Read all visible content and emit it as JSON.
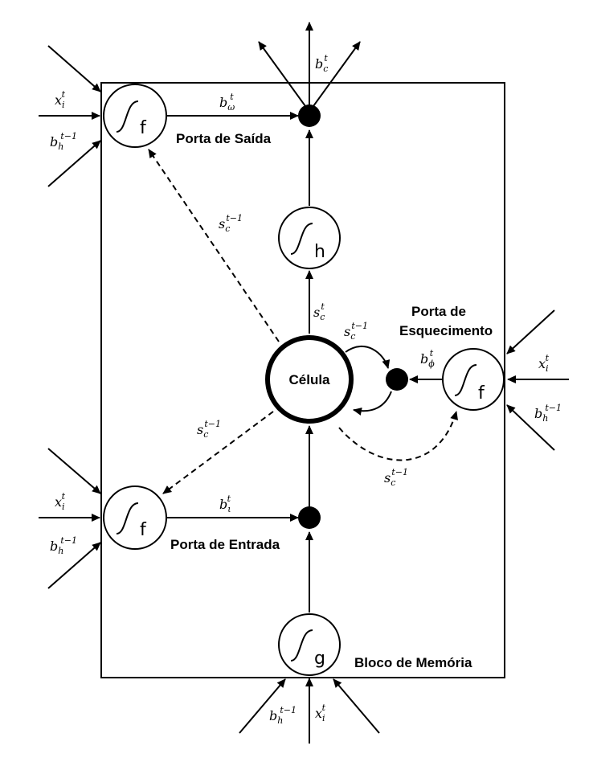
{
  "labels": {
    "output_gate": "Porta de Saída",
    "forget_gate_line1": "Porta de",
    "forget_gate_line2": "Esquecimento",
    "cell": "Célula",
    "input_gate": "Porta de Entrada",
    "memory_block": "Bloco de Memória"
  },
  "node_functions": {
    "output_gate": "f",
    "h_node": "h",
    "forget_gate": "f",
    "input_gate": "f",
    "g_node": "g"
  },
  "math": {
    "x": {
      "base": "x",
      "sub": "i",
      "sup": "t"
    },
    "b_h": {
      "base": "b",
      "sub": "h",
      "sup": "t−1"
    },
    "b_c": {
      "base": "b",
      "sub": "c",
      "sup": "t"
    },
    "b_omega": {
      "base": "b",
      "sub": "ω",
      "sup": "t"
    },
    "b_iota": {
      "base": "b",
      "sub": "ι",
      "sup": "t"
    },
    "b_phi": {
      "base": "b",
      "sub": "ϕ",
      "sup": "t"
    },
    "s_c_t": {
      "base": "s",
      "sub": "c",
      "sup": "t"
    },
    "s_c_prev": {
      "base": "s",
      "sub": "c",
      "sup": "t−1"
    }
  }
}
